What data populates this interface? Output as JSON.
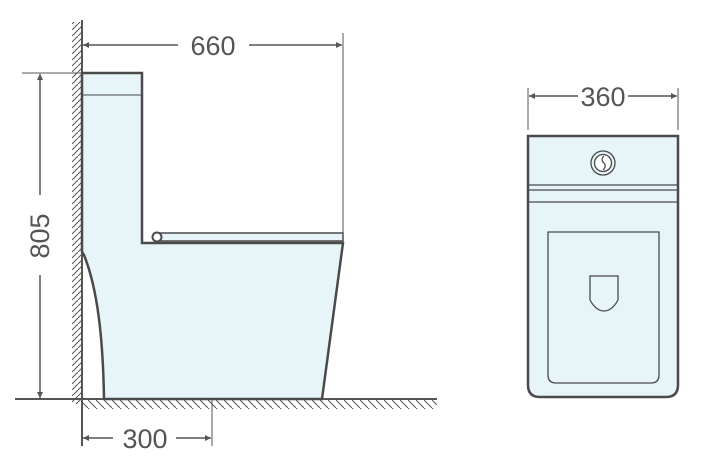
{
  "dimensions": {
    "depth": "660",
    "height": "805",
    "rough_in": "300",
    "width": "360"
  },
  "colors": {
    "ceramic_fill": "#e7f4f8",
    "outline": "#4a4a4a",
    "dimension": "#555555"
  }
}
